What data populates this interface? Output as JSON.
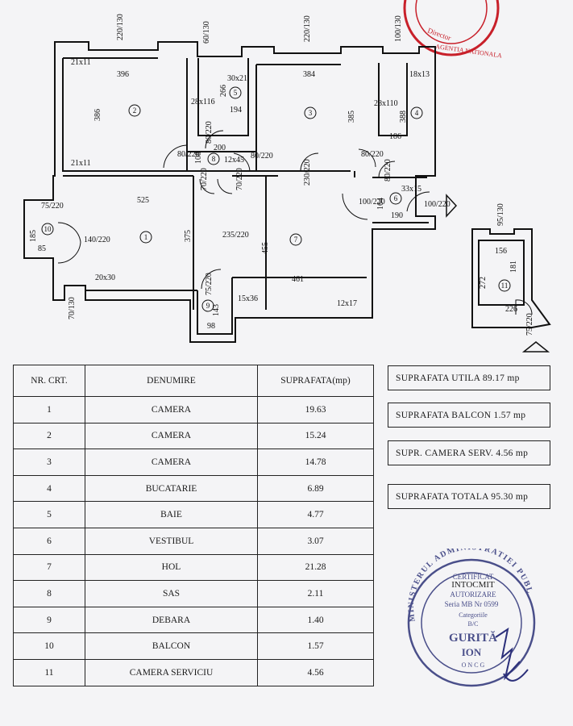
{
  "plan": {
    "room_numbers": [
      "1",
      "2",
      "3",
      "4",
      "5",
      "6",
      "7",
      "8",
      "9",
      "10",
      "11"
    ],
    "dims": {
      "w_top_1": "220/130",
      "w_top_2": "60/130",
      "w_top_3": "220/130",
      "w_top_4": "100/130",
      "r2_notch": "21x11",
      "r2_w": "396",
      "r2_h": "386",
      "r2_notch_b": "21x11",
      "r5_h": "266",
      "r5_notch": "30x21",
      "r5_w": "194",
      "r5_pillar": "28x116",
      "r3_w": "384",
      "r3_h": "385",
      "r4_pillar": "28x110",
      "r4_h": "388",
      "r4_notch": "18x13",
      "r4_w": "186",
      "d_2": "80/220",
      "d_8a": "80/220",
      "d_8b": "80/220",
      "r8_w": "200",
      "r8_h": "108",
      "r8_notch": "12x45",
      "d_1a": "70/220",
      "d_1b": "70/220",
      "d_7": "230/220",
      "d_3": "80/220",
      "d_4": "80/220",
      "r6_notch": "33x15",
      "r6_h": "164",
      "r6_w": "190",
      "d_6a": "100/220",
      "d_6b": "100/220",
      "r1_w": "525",
      "r1_h": "375",
      "r7_open": "235/220",
      "r7_h": "455",
      "r7_w": "461",
      "r10_door": "75/220",
      "r10_h": "185",
      "r10_w": "85",
      "r1_door": "140/220",
      "r1_notch": "20x30",
      "w_bottom": "70/130",
      "r9_door": "75/220",
      "r9_h": "143",
      "r9_w": "98",
      "r7_notch_a": "15x36",
      "r7_notch_b": "12x17",
      "r11_win": "95/130",
      "r11_w": "156",
      "r11_h1": "181",
      "r11_h2": "272",
      "r11_w2": "226",
      "r11_door": "75/220"
    }
  },
  "table": {
    "headers": [
      "NR. CRT.",
      "DENUMIRE",
      "SUPRAFATA(mp)"
    ],
    "rows": [
      {
        "nr": "1",
        "name": "CAMERA",
        "area": "19.63"
      },
      {
        "nr": "2",
        "name": "CAMERA",
        "area": "15.24"
      },
      {
        "nr": "3",
        "name": "CAMERA",
        "area": "14.78"
      },
      {
        "nr": "4",
        "name": "BUCATARIE",
        "area": "6.89"
      },
      {
        "nr": "5",
        "name": "BAIE",
        "area": "4.77"
      },
      {
        "nr": "6",
        "name": "VESTIBUL",
        "area": "3.07"
      },
      {
        "nr": "7",
        "name": "HOL",
        "area": "21.28"
      },
      {
        "nr": "8",
        "name": "SAS",
        "area": "2.11"
      },
      {
        "nr": "9",
        "name": "DEBARA",
        "area": "1.40"
      },
      {
        "nr": "10",
        "name": "BALCON",
        "area": "1.57"
      },
      {
        "nr": "11",
        "name": "CAMERA SERVICIU",
        "area": "4.56"
      }
    ]
  },
  "summary": [
    "SUPRAFATA UTILA  89.17 mp",
    "SUPRAFATA  BALCON  1.57 mp",
    "SUPR. CAMERA SERV.  4.56 mp",
    "SUPRAFATA  TOTALA  95.30 mp"
  ],
  "stamp_top": {
    "text_a": "Director",
    "text_b": "AGENTIA NATIONALA",
    "color": "#c8202a"
  },
  "stamp_bottom": {
    "ring": "MINISTERUL ADMINISTRATIEI PUBL",
    "l1": "CERTIFICAT",
    "l2": "INTOCMIT",
    "l3": "AUTORIZARE",
    "l4": "Seria MB Nr 0599",
    "l5": "Categoriile",
    "l6": "B/C",
    "l7": "GURITĂ",
    "l8": "ION",
    "l9": "O N C G",
    "color": "#4a4f8a"
  }
}
